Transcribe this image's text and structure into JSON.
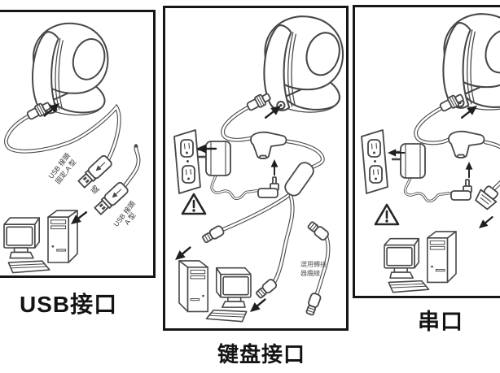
{
  "page": {
    "type": "scanner-connection-instruction-diagram",
    "background": "#ffffff"
  },
  "colors": {
    "line": "#474747",
    "ink": "#141414",
    "border": "#161616",
    "label_gray": "#5a5a5a"
  },
  "panel_usb": {
    "caption": "USB接口",
    "label_fixed_line1": "USB 接頭",
    "label_fixed_line2": "固定,A 型",
    "label_or": "或",
    "label_a_line1": "USB 接頭",
    "label_a_line2": "A 型"
  },
  "panel_keyboard": {
    "caption": "键盘接口",
    "label_optional_line1": "選用轉接",
    "label_optional_line2": "器纜線"
  },
  "panel_serial": {
    "caption": "串口"
  },
  "icons": {
    "scanner": "omnidirectional-barcode-scanner",
    "computer": "desktop-computer",
    "outlet": "power-outlet",
    "adapter": "power-adapter",
    "warning": "warning-triangle",
    "arrow": "direction-arrow",
    "usb_plug": "usb-a-plug",
    "ps2_plug": "ps2-plug",
    "dc_plug": "dc-power-plug",
    "serial_plug": "db9-serial-plug",
    "splitter": "cable-splitter"
  }
}
